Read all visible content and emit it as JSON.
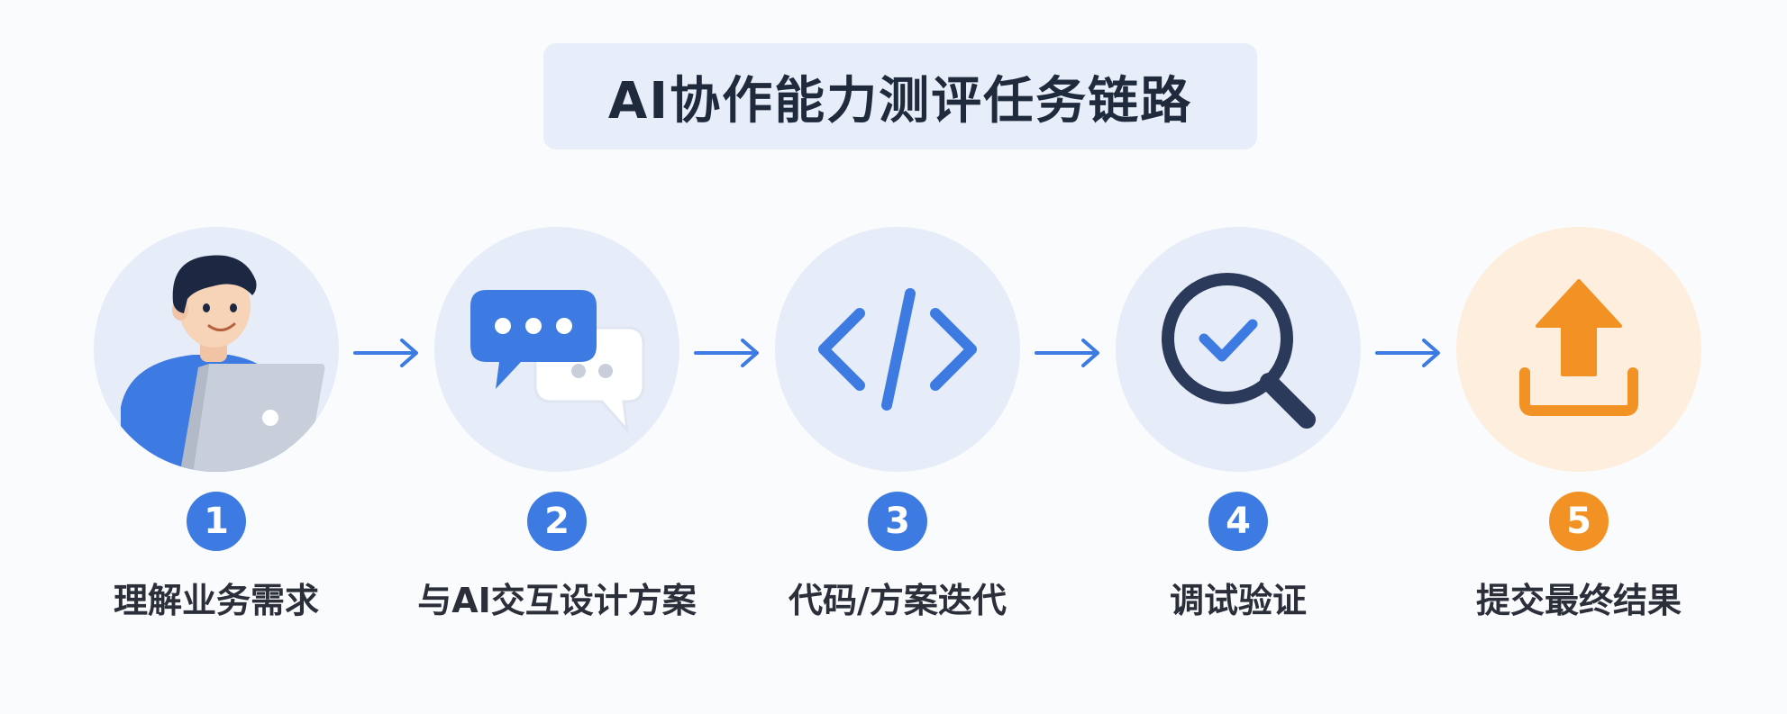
{
  "title": "AI协作能力测评任务链路",
  "steps": [
    {
      "number": "1",
      "label": "理解业务需求",
      "icon": "person-laptop-icon"
    },
    {
      "number": "2",
      "label": "与AI交互设计方案",
      "icon": "chat-bubbles-icon"
    },
    {
      "number": "3",
      "label": "代码/方案迭代",
      "icon": "code-icon"
    },
    {
      "number": "4",
      "label": "调试验证",
      "icon": "magnifier-check-icon"
    },
    {
      "number": "5",
      "label": "提交最终结果",
      "icon": "upload-icon"
    }
  ],
  "colors": {
    "primary": "#3d7be3",
    "accent": "#f39224",
    "dark": "#1f2a3d",
    "circle_bg": "#e6edf9",
    "circle_bg_final": "#fdeede"
  }
}
